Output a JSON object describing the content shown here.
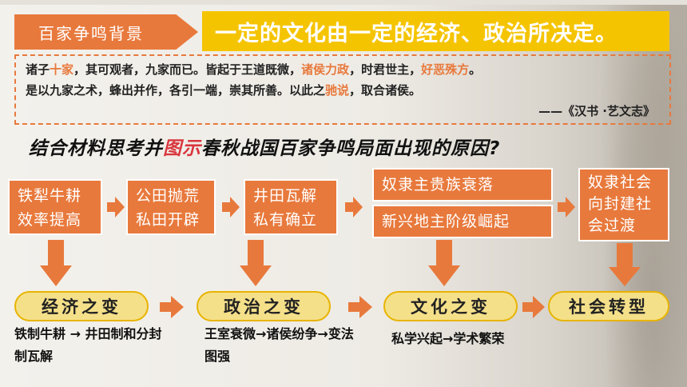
{
  "tag": "百家争鸣背景",
  "headline": "一定的文化由一定的经济、政治所决定。",
  "quote": {
    "line1": [
      {
        "t": "诸子",
        "h": false
      },
      {
        "t": "十家",
        "h": true
      },
      {
        "t": "，其可观者，九家而已。皆起于王道既微，",
        "h": false
      },
      {
        "t": "诸侯力政",
        "h": true
      },
      {
        "t": "，时君世主，",
        "h": false
      },
      {
        "t": "好恶殊方",
        "h": true
      },
      {
        "t": "。",
        "h": false
      }
    ],
    "line2": [
      {
        "t": "是以九家之术，蜂出并作，各引一端，崇其所善。以此之",
        "h": false
      },
      {
        "t": "驰说",
        "h": true
      },
      {
        "t": "，取合诸侯。",
        "h": false
      }
    ],
    "source": "——《汉书 ·艺文志》"
  },
  "question": {
    "pre": "结合材料思考并",
    "red": "图示",
    "post": "春秋战国百家争鸣局面出现的原因?"
  },
  "flow": {
    "b1": "铁犁牛耕效率提高",
    "b2": "公田抛荒私田开辟",
    "b3": "井田瓦解私有确立",
    "b4a": "奴隶主贵族衰落",
    "b4b": "新兴地主阶级崛起",
    "b5": "奴隶社会向封建社会过渡"
  },
  "pills": {
    "p1": "经济之变",
    "p2": "政治之变",
    "p3": "文化之变",
    "p4": "社会转型"
  },
  "notes": {
    "n1": "铁制牛耕 → 井田制和分封制瓦解",
    "n2": "王室衰微→诸侯纷争→变法图强",
    "n3": "私学兴起→学术繁荣"
  },
  "colors": {
    "accent": "#e8793c",
    "yellow": "#f5c400",
    "red": "#d9363e"
  }
}
